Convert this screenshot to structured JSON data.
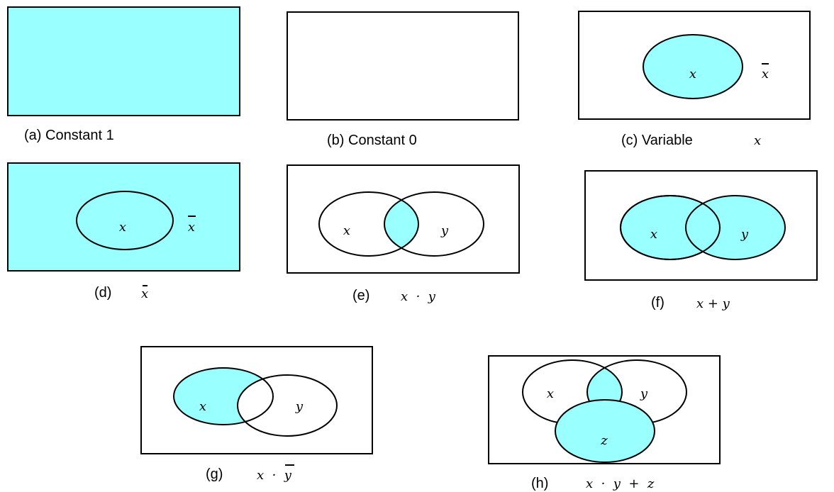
{
  "fill_color": "#99ffff",
  "panels": {
    "a": {
      "caption": "(a) Constant 1"
    },
    "b": {
      "caption": "(b) Constant 0"
    },
    "c": {
      "caption": "(c) Variable",
      "caption_var": "x",
      "inner": "x",
      "outer": "x"
    },
    "d": {
      "caption": "(d)",
      "caption_expr": "x",
      "inner": "x",
      "outer": "x"
    },
    "e": {
      "caption": "(e)",
      "caption_expr": "x · y",
      "left": "x",
      "right": "y"
    },
    "f": {
      "caption": "(f)",
      "caption_expr": "x + y",
      "left": "x",
      "right": "y"
    },
    "g": {
      "caption": "(g)",
      "caption_expr": "x · y",
      "left": "x",
      "right": "y"
    },
    "h": {
      "caption": "(h)",
      "caption_expr": "x · y + z",
      "top_left": "x",
      "top_right": "y",
      "bottom": "z"
    }
  }
}
